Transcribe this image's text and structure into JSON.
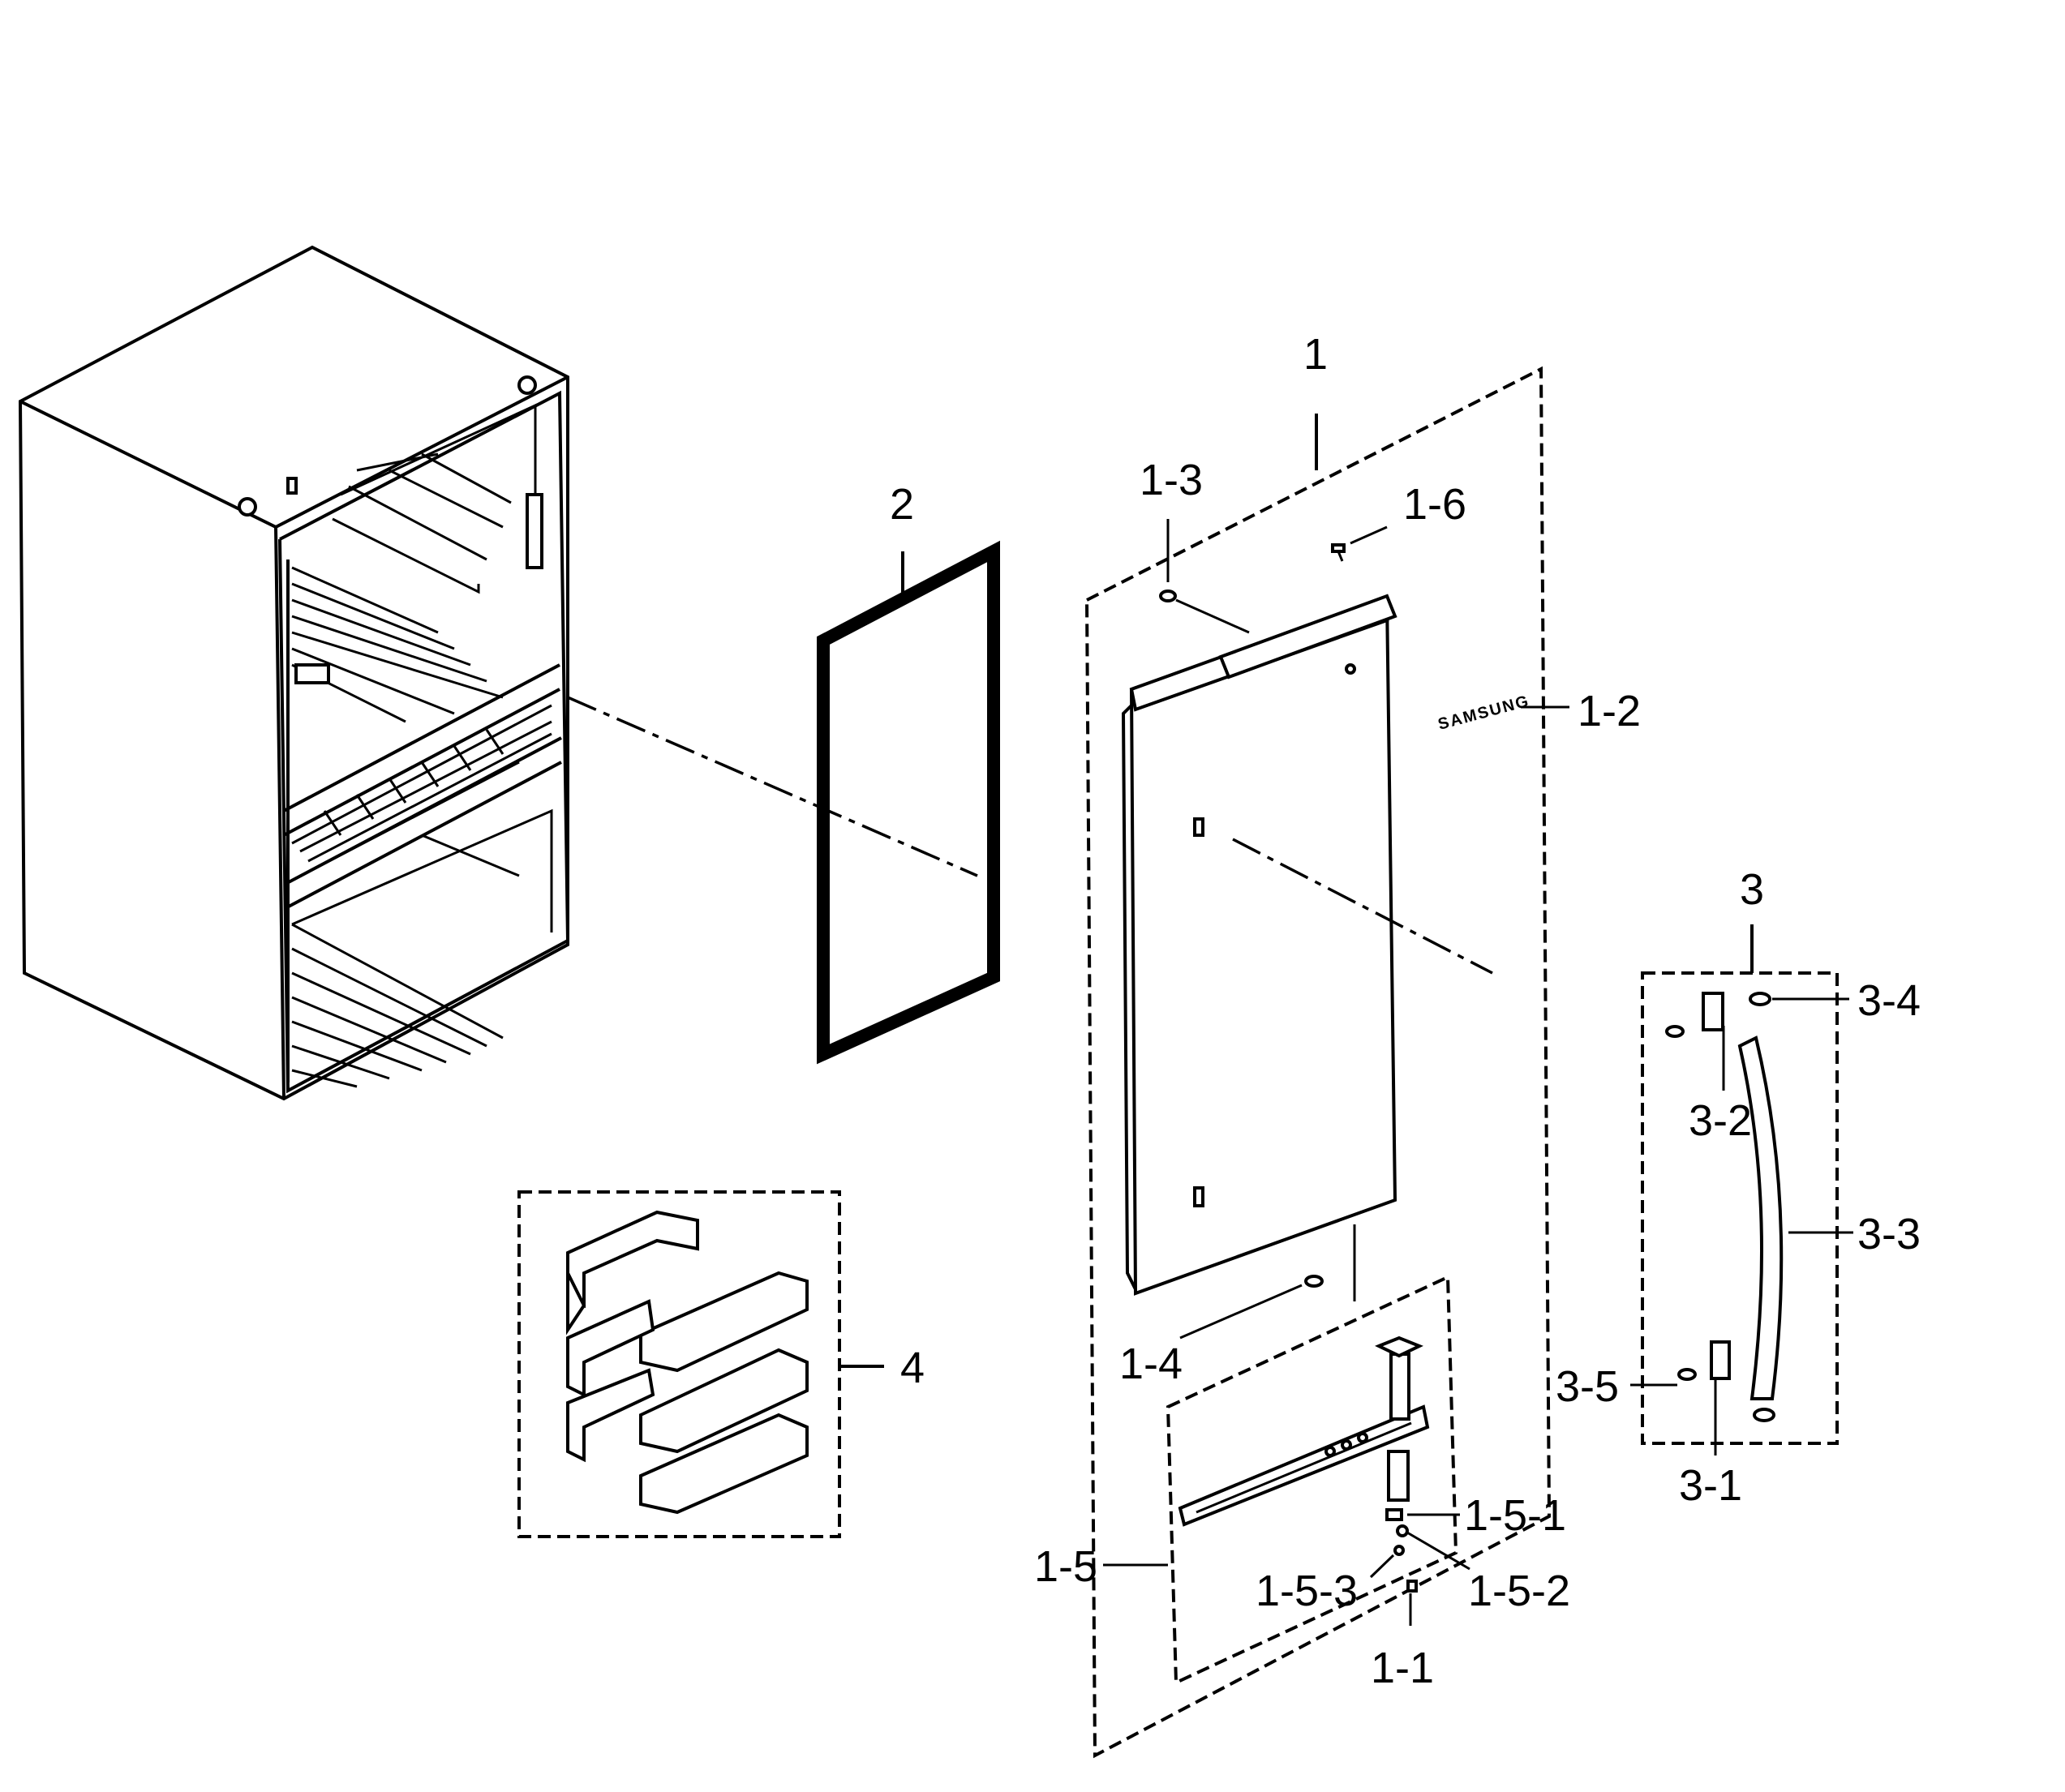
{
  "callouts": {
    "c1": "1",
    "c1_1": "1-1",
    "c1_2": "1-2",
    "c1_3": "1-3",
    "c1_4": "1-4",
    "c1_5": "1-5",
    "c1_5_1": "1-5-1",
    "c1_5_2": "1-5-2",
    "c1_5_3": "1-5-3",
    "c1_6": "1-6",
    "c2": "2",
    "c3": "3",
    "c3_1": "3-1",
    "c3_2": "3-2",
    "c3_3": "3-3",
    "c3_4": "3-4",
    "c3_5": "3-5",
    "c4": "4"
  },
  "door_logo_text": "SAMSUNG"
}
